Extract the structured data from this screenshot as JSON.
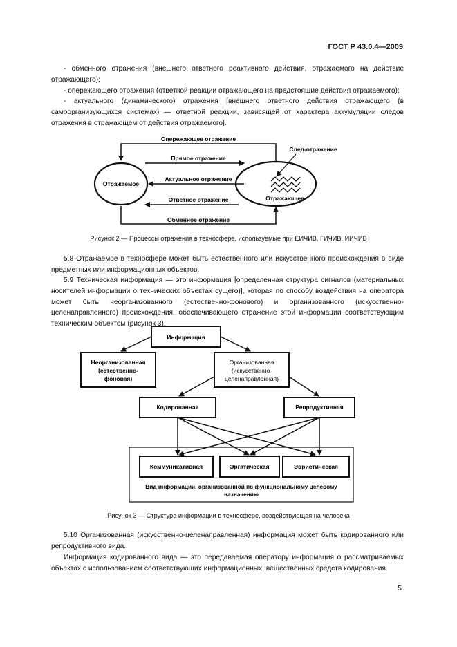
{
  "header": {
    "doc_id": "ГОСТ Р 43.0.4—2009"
  },
  "list_items": [
    "- обменного отражения (внешнего ответного реактивного действия, отражаемого на действие отражающего);",
    "- опережающего отражения (ответной реакции отражающего на предстоящие действия отражаемого);",
    "- актуального (динамического) отражения [внешнего ответного действия отражающего (в самоорганизующихся системах) — ответной реакции, зависящей от характера аккумуляции следов отражения в отражающем от действия отражаемого]."
  ],
  "figure2": {
    "labels": {
      "advance": "Опережающее отражение",
      "direct": "Прямое отражение",
      "trace": "След-отражение",
      "reflected": "Отражаемое",
      "actual": "Актуальное отражение",
      "reflecting": "Отражающее",
      "response": "Ответное отражение",
      "exchange": "Обменное отражение"
    },
    "caption": "Рисунок 2 — Процессы отражения в техносфере, используемые при ЕИЧИВ, ГИЧИВ, ИИЧИВ"
  },
  "paragraphs": {
    "p58": "5.8 Отражаемое в техносфере может быть естественного или искусственного происхождения в виде предметных или информационных объектов.",
    "p59": "5.9 Техническая информация — это информация [определенная структура сигналов (материальных носителей информации о технических объектах сущего)], которая по способу воздействия на оператора может быть неорганизованного (естественно-фонового) и организованного (искусственно-целенаправленного) происхождения, обеспечивающего отражение этой информации соответствующим техническим объектом (рисунок 3).",
    "p510": "5.10 Организованная (искусственно-целенаправленная) информация может быть кодированного или репродуктивного вида.",
    "p_coded": "Информация кодированного вида — это передаваемая оператору информация о рассматриваемых объектах с использованием соответствующих информационных, вещественных средств кодирования."
  },
  "figure3": {
    "boxes": {
      "information": "Информация",
      "unorganized": [
        "Неорганизованная",
        "(естественно-",
        "фоновая)"
      ],
      "organized": [
        "Организованная",
        "(искусственно-",
        "целенаправленная)"
      ],
      "coded": "Кодированная",
      "reproductive": "Репродуктивная",
      "communicative": "Коммуникативная",
      "ergatic": "Эргатическая",
      "heuristic": "Эвристическая",
      "group_label": [
        "Вид информации, организованной по функциональному целевому",
        "назначению"
      ]
    },
    "caption": "Рисунок 3 — Структура информации в техносфере, воздействующая на человека"
  },
  "page_number": "5"
}
